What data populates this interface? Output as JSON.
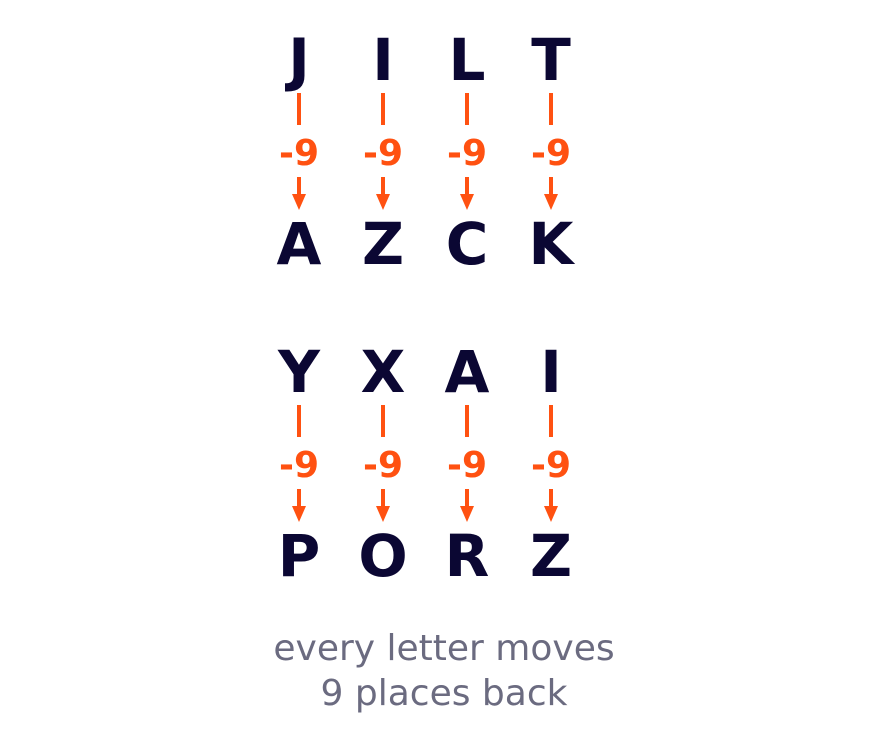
{
  "colors": {
    "letter": "#0b0733",
    "shift": "#ff5111",
    "caption": "#6b6b80"
  },
  "groups": [
    {
      "plain": [
        "J",
        "I",
        "L",
        "T"
      ],
      "shift": [
        "-9",
        "-9",
        "-9",
        "-9"
      ],
      "cipher": [
        "A",
        "Z",
        "C",
        "K"
      ]
    },
    {
      "plain": [
        "Y",
        "X",
        "A",
        "I"
      ],
      "shift": [
        "-9",
        "-9",
        "-9",
        "-9"
      ],
      "cipher": [
        "P",
        "O",
        "R",
        "Z"
      ]
    }
  ],
  "caption": {
    "line1": "every letter moves",
    "line2": "9 places back"
  }
}
